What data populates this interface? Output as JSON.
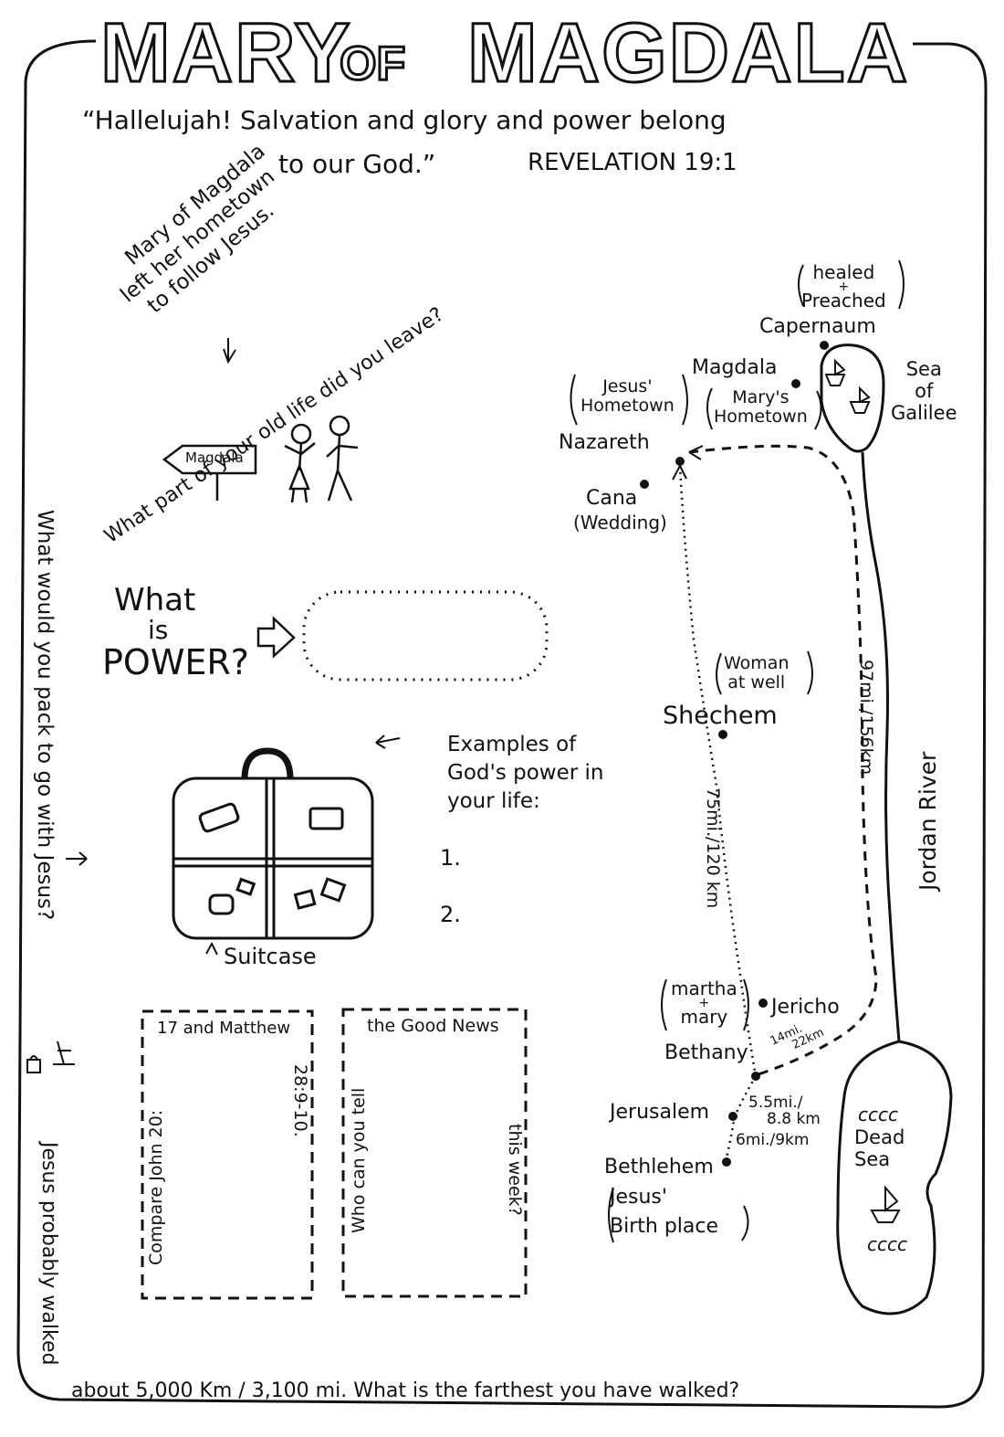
{
  "title": {
    "part1": "MARY",
    "part2": "OF",
    "part3": "MAGDALA"
  },
  "verse": {
    "line1": "“Hallelujah! Salvation and glory and power belong",
    "line2": "to our God.”",
    "reference": "REVELATION 19:1"
  },
  "hometown": {
    "caption_line1": "Mary of Magdala",
    "caption_line2": "left her hometown",
    "caption_line3": "to follow Jesus.",
    "sign_label": "Magdala",
    "question": "What part of your old life did you leave?"
  },
  "power": {
    "line1": "What",
    "line2": "is",
    "line3": "POWER?"
  },
  "examples": {
    "heading_line1": "Examples of",
    "heading_line2": "God's power in",
    "heading_line3": "your life:",
    "item1": "1.",
    "item2": "2."
  },
  "suitcase": {
    "label": "Suitcase"
  },
  "side_question": "What would you pack to go with Jesus?",
  "bottom_note": {
    "vertical": "Jesus probably walked",
    "horizontal": "about 5,000 Km / 3,100 mi. What is the farthest you have walked?"
  },
  "box_compare": {
    "left_text": "Compare John 20:",
    "top_text": "17 and Matthew",
    "right_text": "28:9-10."
  },
  "box_goodnews": {
    "left_text": "Who can you tell",
    "top_text": "the Good News",
    "right_text": "this week?"
  },
  "map": {
    "capernaum": {
      "name": "Capernaum",
      "note_line1": "healed",
      "note_line2": "+",
      "note_line3": "Preached"
    },
    "magdala": {
      "name": "Magdala",
      "note_line1": "Mary's",
      "note_line2": "Hometown"
    },
    "sea_galilee": {
      "line1": "Sea",
      "line2": "of",
      "line3": "Galilee"
    },
    "nazareth": {
      "name": "Nazareth",
      "note_line1": "Jesus'",
      "note_line2": "Hometown"
    },
    "cana": {
      "name": "Cana",
      "note": "(Wedding)"
    },
    "shechem": {
      "name": "Shechem",
      "note_line1": "Woman",
      "note_line2": "at well"
    },
    "jordan_river": "Jordan River",
    "distance_east": "97mi./156km",
    "distance_west": "75mi./120 km",
    "bethany": {
      "name": "Bethany",
      "note_line1": "martha",
      "note_line2": "+",
      "note_line3": "mary"
    },
    "jericho": {
      "name": "Jericho",
      "distance_line1": "14mi.",
      "distance_line2": "22km"
    },
    "jerusalem": {
      "name": "Jerusalem",
      "distance_line1": "5.5mi./",
      "distance_line2": "8.8 km"
    },
    "bethlehem": {
      "name": "Bethlehem",
      "note_line1": "Jesus'",
      "note_line2": "Birth place",
      "distance": "6mi./9km"
    },
    "dead_sea": {
      "line1": "Dead",
      "line2": "Sea",
      "waves": "cccc"
    }
  },
  "icons": [
    "arrow-right-icon",
    "signpost-icon",
    "stick-figures-icon",
    "suitcase-icon",
    "boat-icon",
    "bag-icon"
  ]
}
